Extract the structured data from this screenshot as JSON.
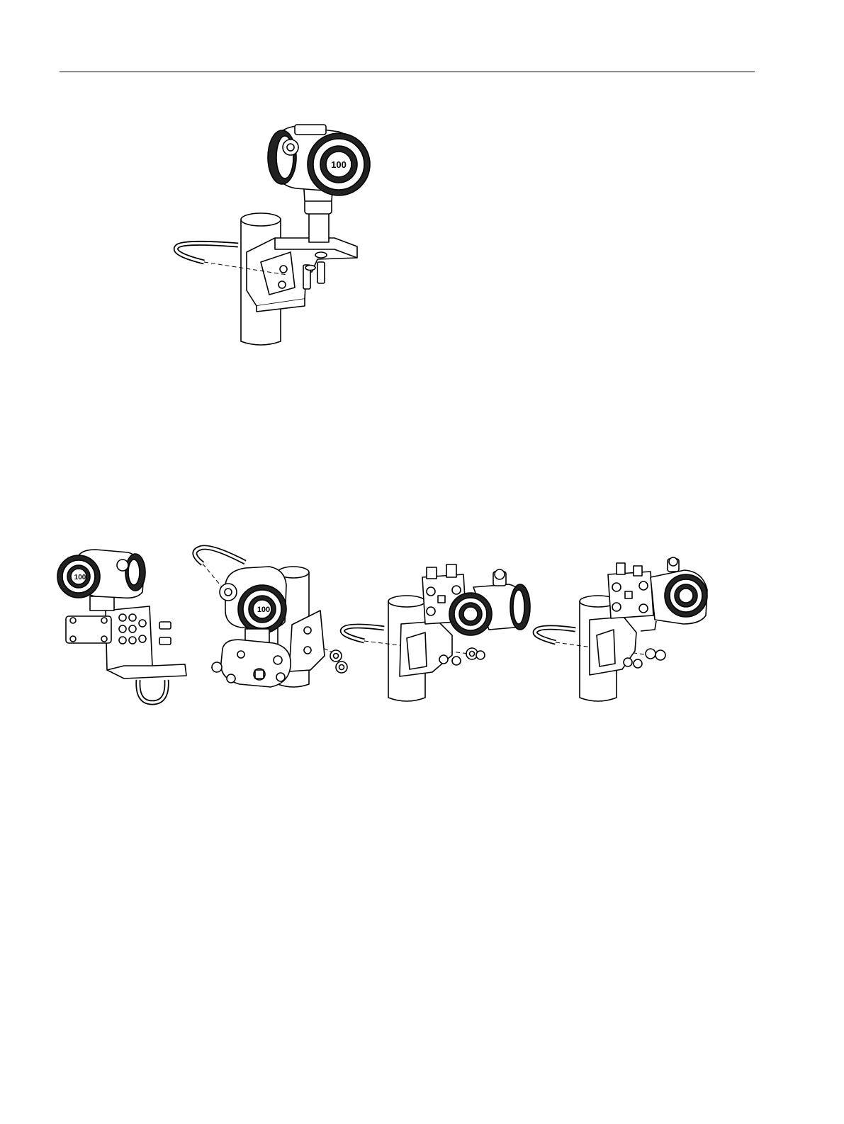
{
  "figures": [
    {
      "display_text": "100"
    },
    {
      "display_text": "100"
    },
    {
      "display_text": "100"
    }
  ],
  "colors": {
    "ink": "#000000",
    "paper": "#ffffff",
    "cover_dark": "#222222"
  }
}
